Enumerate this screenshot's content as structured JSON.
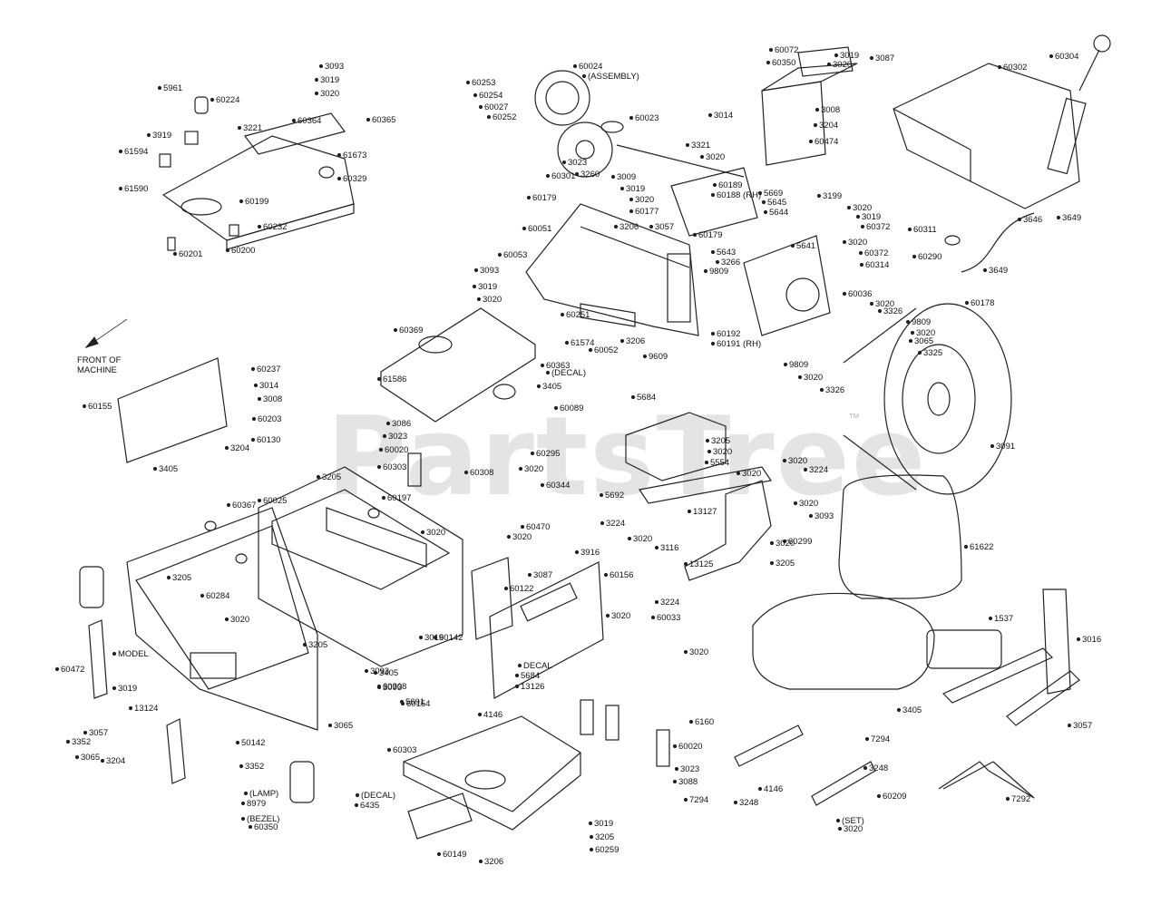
{
  "watermark": "PartsTree",
  "trademark": "™",
  "front_note": [
    "FRONT OF",
    "MACHINE"
  ],
  "labels": [
    {
      "t": "3093"
    },
    {
      "t": "3019"
    },
    {
      "t": "3020"
    },
    {
      "t": "5961"
    },
    {
      "t": "60224"
    },
    {
      "t": "3221"
    },
    {
      "t": "60364"
    },
    {
      "t": "60365"
    },
    {
      "t": "3919"
    },
    {
      "t": "61594"
    },
    {
      "t": "61673"
    },
    {
      "t": "60329"
    },
    {
      "t": "61590"
    },
    {
      "t": "60199"
    },
    {
      "t": "60232"
    },
    {
      "t": "60200"
    },
    {
      "t": "60201"
    },
    {
      "t": "60253"
    },
    {
      "t": "60254"
    },
    {
      "t": "60027"
    },
    {
      "t": "60252"
    },
    {
      "t": "60024"
    },
    {
      "t": "(ASSEMBLY)"
    },
    {
      "t": "60023"
    },
    {
      "t": "60301"
    },
    {
      "t": "3023"
    },
    {
      "t": "3260"
    },
    {
      "t": "3321"
    },
    {
      "t": "3020"
    },
    {
      "t": "3009"
    },
    {
      "t": "3019"
    },
    {
      "t": "3020"
    },
    {
      "t": "60177"
    },
    {
      "t": "60189"
    },
    {
      "t": "60188 (RH)"
    },
    {
      "t": "60072"
    },
    {
      "t": "60350"
    },
    {
      "t": "3019"
    },
    {
      "t": "3020"
    },
    {
      "t": "3087"
    },
    {
      "t": "3014"
    },
    {
      "t": "3008"
    },
    {
      "t": "3204"
    },
    {
      "t": "60474"
    },
    {
      "t": "60302"
    },
    {
      "t": "60304"
    },
    {
      "t": "60179"
    },
    {
      "t": "60051"
    },
    {
      "t": "3206"
    },
    {
      "t": "3057"
    },
    {
      "t": "60179"
    },
    {
      "t": "5669"
    },
    {
      "t": "5645"
    },
    {
      "t": "5644"
    },
    {
      "t": "3199"
    },
    {
      "t": "3020"
    },
    {
      "t": "3019"
    },
    {
      "t": "60372"
    },
    {
      "t": "5641"
    },
    {
      "t": "3020"
    },
    {
      "t": "60372"
    },
    {
      "t": "5643"
    },
    {
      "t": "3266"
    },
    {
      "t": "60314"
    },
    {
      "t": "60311"
    },
    {
      "t": "3646"
    },
    {
      "t": "3649"
    },
    {
      "t": "60290"
    },
    {
      "t": "3649"
    },
    {
      "t": "3093"
    },
    {
      "t": "60053"
    },
    {
      "t": "9809"
    },
    {
      "t": "3019"
    },
    {
      "t": "3020"
    },
    {
      "t": "60036"
    },
    {
      "t": "60251"
    },
    {
      "t": "3020"
    },
    {
      "t": "3326"
    },
    {
      "t": "60178"
    },
    {
      "t": "9809"
    },
    {
      "t": "60192"
    },
    {
      "t": "60191 (RH)"
    },
    {
      "t": "3020"
    },
    {
      "t": "3065"
    },
    {
      "t": "3325"
    },
    {
      "t": "60369"
    },
    {
      "t": "61574"
    },
    {
      "t": "60052"
    },
    {
      "t": "3206"
    },
    {
      "t": "9609"
    },
    {
      "t": "9809"
    },
    {
      "t": "3020"
    },
    {
      "t": "3326"
    },
    {
      "t": "60363"
    },
    {
      "t": "(DECAL)"
    },
    {
      "t": "3405"
    },
    {
      "t": "61586"
    },
    {
      "t": "60089"
    },
    {
      "t": "60237"
    },
    {
      "t": "3014"
    },
    {
      "t": "3008"
    },
    {
      "t": "60155"
    },
    {
      "t": "60203"
    },
    {
      "t": "60130"
    },
    {
      "t": "3204"
    },
    {
      "t": "3405"
    },
    {
      "t": "3086"
    },
    {
      "t": "3023"
    },
    {
      "t": "60020"
    },
    {
      "t": "60303"
    },
    {
      "t": "5684"
    },
    {
      "t": "3205"
    },
    {
      "t": "3020"
    },
    {
      "t": "5554"
    },
    {
      "t": "3020"
    },
    {
      "t": "3020"
    },
    {
      "t": "3224"
    },
    {
      "t": "3091"
    },
    {
      "t": "60295"
    },
    {
      "t": "3205"
    },
    {
      "t": "60308"
    },
    {
      "t": "3020"
    },
    {
      "t": "60025"
    },
    {
      "t": "60197"
    },
    {
      "t": "60344"
    },
    {
      "t": "5692"
    },
    {
      "t": "13127"
    },
    {
      "t": "3020"
    },
    {
      "t": "3093"
    },
    {
      "t": "60470"
    },
    {
      "t": "3020"
    },
    {
      "t": "3224"
    },
    {
      "t": "3020"
    },
    {
      "t": "60299"
    },
    {
      "t": "60367"
    },
    {
      "t": "3020"
    },
    {
      "t": "3116"
    },
    {
      "t": "3020"
    },
    {
      "t": "61622"
    },
    {
      "t": "3205"
    },
    {
      "t": "3916"
    },
    {
      "t": "3087"
    },
    {
      "t": "60156"
    },
    {
      "t": "13125"
    },
    {
      "t": "3205"
    },
    {
      "t": "60284"
    },
    {
      "t": "60122"
    },
    {
      "t": "3020"
    },
    {
      "t": "3224"
    },
    {
      "t": "60033"
    },
    {
      "t": "3020"
    },
    {
      "t": "3205"
    },
    {
      "t": "3019"
    },
    {
      "t": "3405"
    },
    {
      "t": "3093"
    },
    {
      "t": "60142"
    },
    {
      "t": "60154"
    },
    {
      "t": "60472"
    },
    {
      "t": "MODEL"
    },
    {
      "t": "DECAL"
    },
    {
      "t": "5684"
    },
    {
      "t": "13126"
    },
    {
      "t": "1537"
    },
    {
      "t": "3016"
    },
    {
      "t": "3020"
    },
    {
      "t": "3019"
    },
    {
      "t": "3093"
    },
    {
      "t": "60308"
    },
    {
      "t": "5691"
    },
    {
      "t": "13124"
    },
    {
      "t": "3405"
    },
    {
      "t": "3057"
    },
    {
      "t": "3065"
    },
    {
      "t": "3057"
    },
    {
      "t": "3352"
    },
    {
      "t": "50142"
    },
    {
      "t": "3065"
    },
    {
      "t": "3352"
    },
    {
      "t": "3204"
    },
    {
      "t": "4146"
    },
    {
      "t": "6160"
    },
    {
      "t": "60303"
    },
    {
      "t": "60020"
    },
    {
      "t": "3023"
    },
    {
      "t": "3088"
    },
    {
      "t": "7294"
    },
    {
      "t": "3248"
    },
    {
      "t": "4146"
    },
    {
      "t": "7294"
    },
    {
      "t": "3248"
    },
    {
      "t": "60209"
    },
    {
      "t": "(LAMP)"
    },
    {
      "t": "8979"
    },
    {
      "t": "(BEZEL)"
    },
    {
      "t": "60350"
    },
    {
      "t": "(DECAL)"
    },
    {
      "t": "6435"
    },
    {
      "t": "7292"
    },
    {
      "t": "(SET)"
    },
    {
      "t": "3020"
    },
    {
      "t": "3019"
    },
    {
      "t": "3205"
    },
    {
      "t": "60259"
    },
    {
      "t": "60149"
    },
    {
      "t": "3206"
    }
  ]
}
